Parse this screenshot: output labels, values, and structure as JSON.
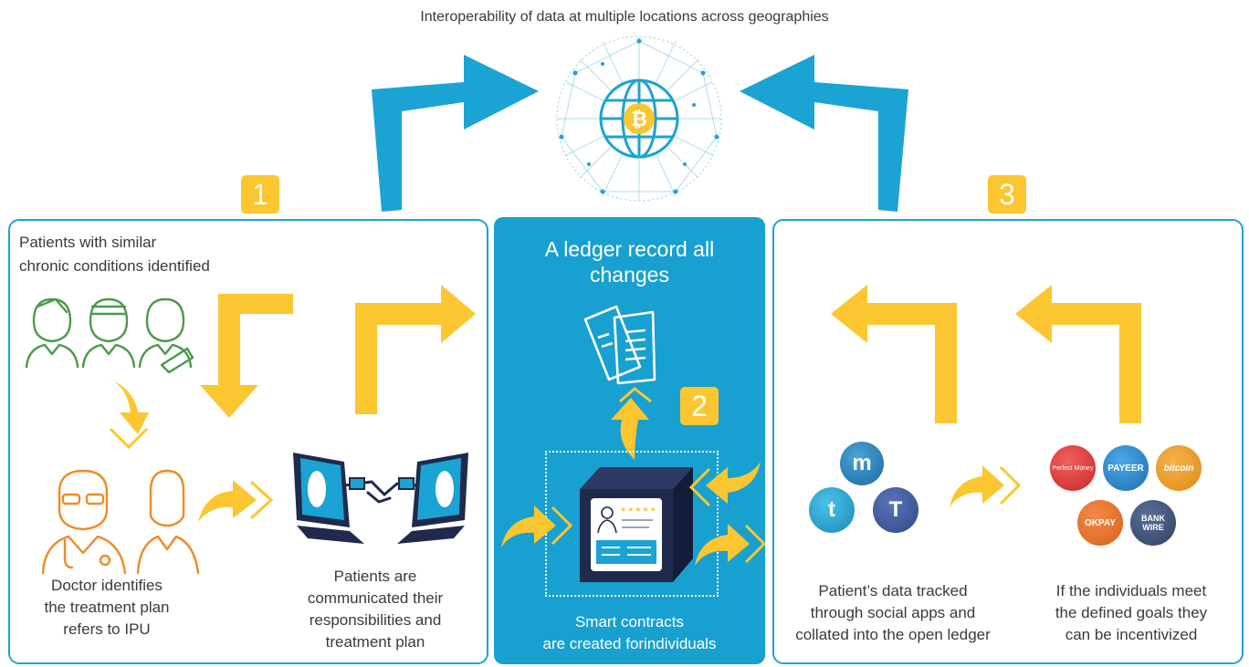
{
  "header": {
    "title": "Interoperability of data at multiple locations across geographies"
  },
  "colors": {
    "accent_blue": "#1ba3d3",
    "flow_yellow": "#fcc631",
    "patient_green": "#4a9a4a",
    "doctor_orange": "#f08a24",
    "navy": "#1f2a4d"
  },
  "step1": {
    "badge": "1",
    "patients_label_line1": "Patients with similar",
    "patients_label_line2": "chronic conditions identified",
    "doctor_line1": "Doctor identifies",
    "doctor_line2": "the treatment plan",
    "doctor_line3": "refers to IPU",
    "comm_line1": "Patients are",
    "comm_line2": "communicated their",
    "comm_line3": "responsibilities and",
    "comm_line4": "treatment plan"
  },
  "step2": {
    "badge": "2",
    "title_line1": "A ledger record all",
    "title_line2": "changes",
    "caption_line1": "Smart contracts",
    "caption_line2": "are created forindividuals",
    "stars": "★★★★★"
  },
  "step3": {
    "badge": "3",
    "social_line1": "Patient’s data tracked",
    "social_line2": "through social apps and",
    "social_line3": "collated into the open ledger",
    "incent_line1": "If the individuals meet",
    "incent_line2": "the defined goals they",
    "incent_line3": "can be incentivized",
    "payment_logos": {
      "perfect_money": "Perfect Money",
      "payeer": "PAYEER",
      "bitcoin": "bitcoin",
      "okpay": "OKPAY",
      "bank_wire_line1": "BANK",
      "bank_wire_line2": "WIRE"
    }
  }
}
